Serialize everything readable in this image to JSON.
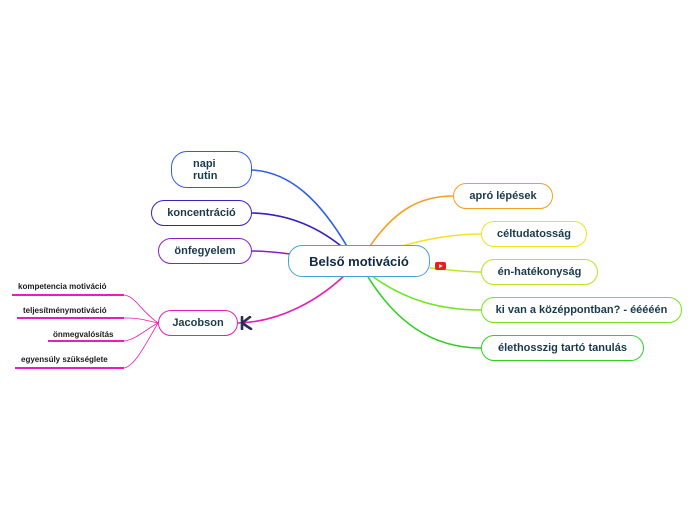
{
  "central": {
    "label": "Belső motiváció"
  },
  "left_topics": [
    {
      "label_line1": "napi",
      "label_line2": "rutin",
      "color": "#2e5ee6"
    },
    {
      "label": "koncentráció",
      "color": "#3a1fc2"
    },
    {
      "label": "önfegyelem",
      "color": "#8a1fc9"
    },
    {
      "label": "Jacobson",
      "color": "#e61fb8"
    }
  ],
  "right_topics": [
    {
      "label": "apró lépések",
      "color": "#f3a020"
    },
    {
      "label": "céltudatosság",
      "color": "#f2e21f"
    },
    {
      "label": "én-hatékonyság",
      "color": "#b5e61f"
    },
    {
      "label": "ki van a középpontban? - ééééén",
      "color": "#6fe61f"
    },
    {
      "label": "élethosszig tartó tanulás",
      "color": "#2ed11f"
    }
  ],
  "jacobson_subtopics": [
    {
      "label": "kompetencia motiváció"
    },
    {
      "label": "teljesítménymotiváció"
    },
    {
      "label": "önmegvalósítás"
    },
    {
      "label": "egyensúly szükséglete"
    }
  ],
  "icons": {
    "central": "youtube-icon",
    "jacobson": "k-logo-icon"
  },
  "colors": {
    "central_border": "#4aa3d6",
    "youtube_red": "#e62117",
    "leaf_line": "#e61fb8"
  }
}
